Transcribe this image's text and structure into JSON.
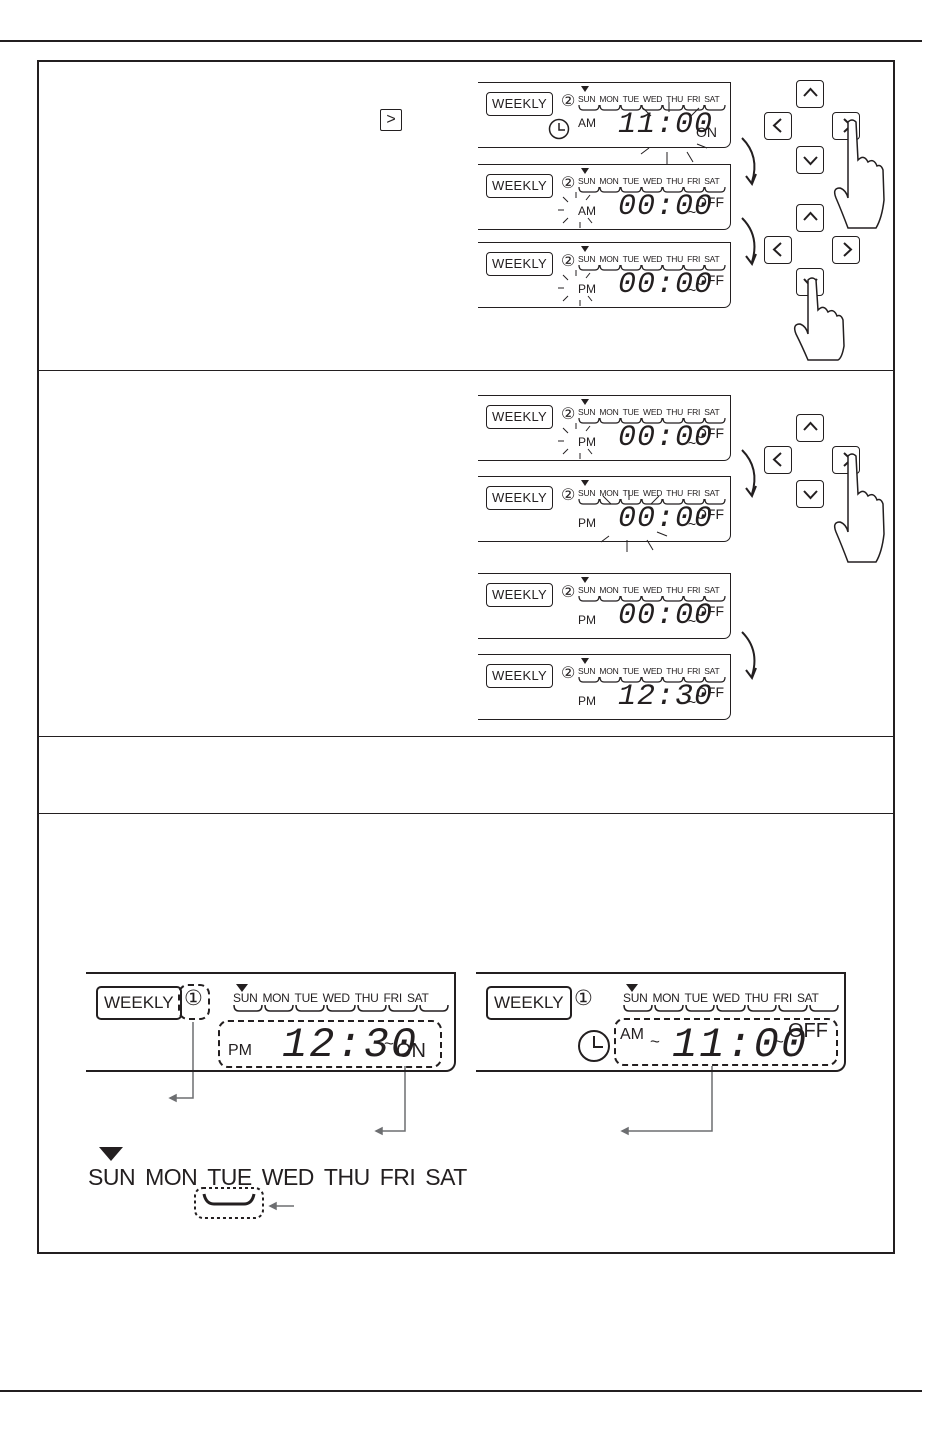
{
  "inline_button": {
    "label": ">",
    "icon": "right-arrow-icon"
  },
  "days": [
    "SUN",
    "MON",
    "TUE",
    "WED",
    "THU",
    "FRI",
    "SAT"
  ],
  "lcd_panels": [
    {
      "mode": "WEEKLY",
      "prog": "②",
      "ampm": "AM",
      "time": "11:00",
      "tilde": "",
      "state": "ON"
    },
    {
      "mode": "WEEKLY",
      "prog": "②",
      "ampm": "AM",
      "time": "00:00",
      "tilde": "~",
      "state": "OFF"
    },
    {
      "mode": "WEEKLY",
      "prog": "②",
      "ampm": "PM",
      "time": "00:00",
      "tilde": "~",
      "state": "OFF"
    },
    {
      "mode": "WEEKLY",
      "prog": "②",
      "ampm": "PM",
      "time": "00:00",
      "tilde": "~",
      "state": "OFF"
    },
    {
      "mode": "WEEKLY",
      "prog": "②",
      "ampm": "PM",
      "time": "00:00",
      "tilde": "~",
      "state": "OFF"
    },
    {
      "mode": "WEEKLY",
      "prog": "②",
      "ampm": "PM",
      "time": "00:00",
      "tilde": "~",
      "state": "OFF"
    },
    {
      "mode": "WEEKLY",
      "prog": "②",
      "ampm": "PM",
      "time": "12:30",
      "tilde": "~",
      "state": "OFF"
    }
  ],
  "pad_keys": {
    "up": "^",
    "down": "v",
    "left": "<",
    "right": ">"
  },
  "big_displays": [
    {
      "mode": "WEEKLY",
      "prog": "①",
      "ampm": "PM",
      "time": "12:30",
      "tilde": "~",
      "state": "ON"
    },
    {
      "mode": "WEEKLY",
      "prog": "①",
      "ampm": "AM",
      "pre_tilde": "~",
      "time": "11:00",
      "tilde": "~",
      "state": "OFF"
    }
  ]
}
